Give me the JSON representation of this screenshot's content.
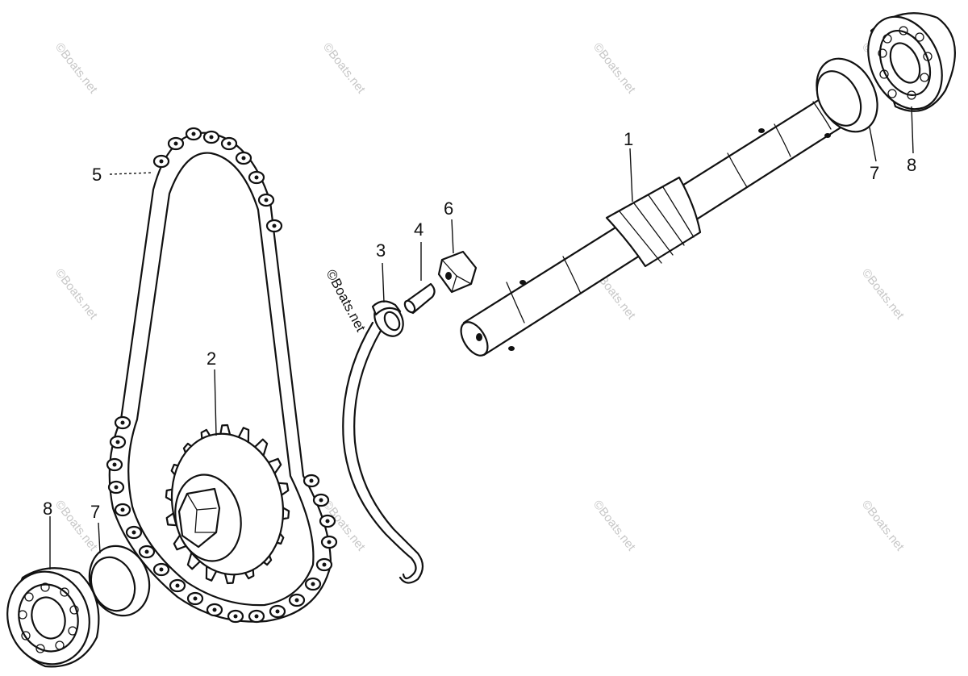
{
  "diagram": {
    "callouts": [
      {
        "id": "1",
        "label": "1"
      },
      {
        "id": "2",
        "label": "2"
      },
      {
        "id": "3",
        "label": "3"
      },
      {
        "id": "4",
        "label": "4"
      },
      {
        "id": "5",
        "label": "5"
      },
      {
        "id": "6",
        "label": "6"
      },
      {
        "id": "7a",
        "label": "7"
      },
      {
        "id": "8a",
        "label": "8"
      },
      {
        "id": "7b",
        "label": "7"
      },
      {
        "id": "8b",
        "label": "8"
      }
    ],
    "watermark": "©Boats.net"
  }
}
